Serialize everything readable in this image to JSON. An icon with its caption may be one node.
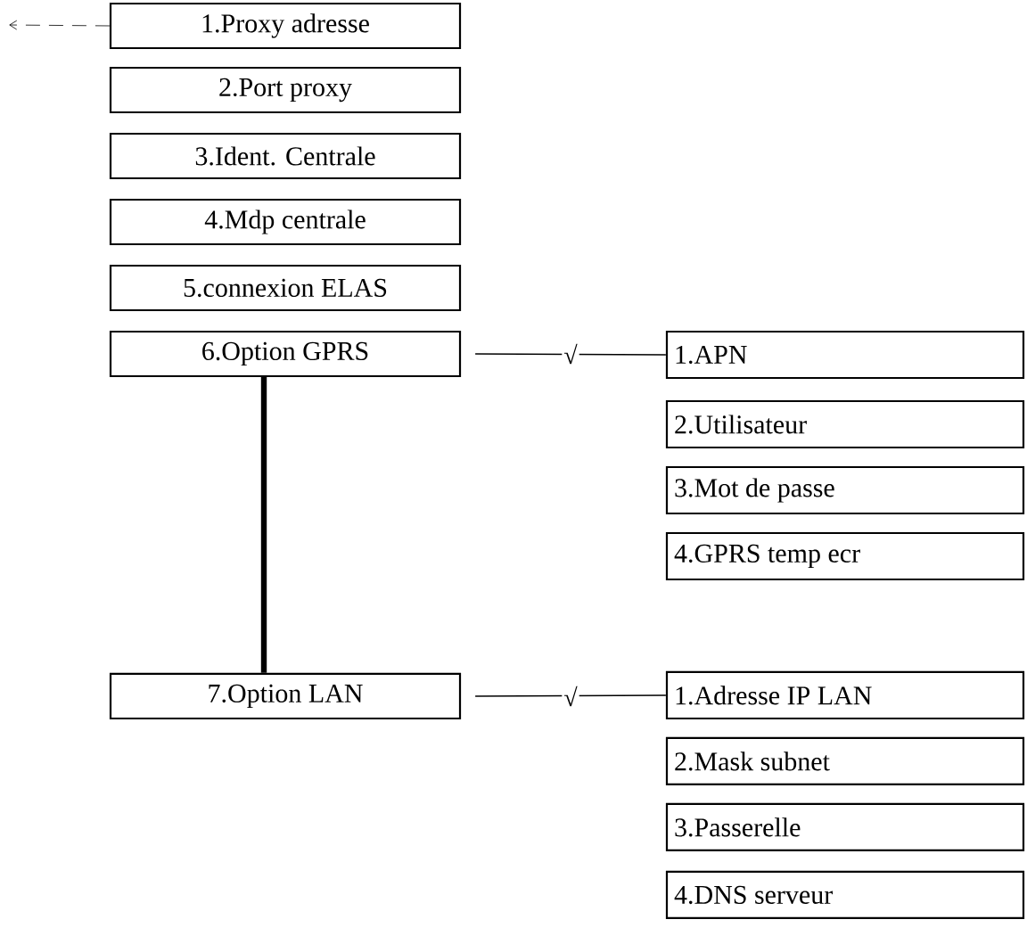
{
  "diagram": {
    "nodes": [
      {
        "text": [
          "1.Proxy adresse"
        ]
      },
      {
        "text": [
          "2.Port proxy"
        ]
      },
      {
        "text": [
          "3.Ident. Centrale"
        ]
      },
      {
        "text": [
          "4.Mdp centrale"
        ]
      },
      {
        "text": [
          "5.connexion ELAS"
        ]
      },
      {
        "text": [
          "6.Option GPRS"
        ]
      },
      {
        "text": [
          "7.Option LAN"
        ]
      },
      {
        "text": [
          "1.APN"
        ]
      },
      {
        "text": [
          "2.Utilisateur"
        ]
      },
      {
        "text": [
          "3.Mot de passe"
        ]
      },
      {
        "text": [
          "4.GPRS temp ecr"
        ]
      },
      {
        "text": [
          "1.Adresse IP LAN"
        ]
      },
      {
        "text": [
          "2.Mask subnet"
        ]
      },
      {
        "text": [
          "3.Passerelle"
        ]
      },
      {
        "text": [
          "4.DNS serveur"
        ]
      }
    ],
    "edges": [
      {
        "from": 0,
        "to": null,
        "arrow": "to",
        "style": "dashed"
      },
      {
        "from": 5,
        "to": 6,
        "arrow": "none",
        "style": "thick"
      },
      {
        "from": 5,
        "to": 7,
        "arrow": "none",
        "label": "√"
      },
      {
        "from": 6,
        "to": 11,
        "arrow": "none",
        "label": "√"
      }
    ]
  }
}
